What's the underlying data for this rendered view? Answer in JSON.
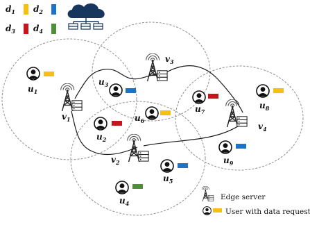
{
  "colors": {
    "d1": "#f5c016",
    "d2": "#1f73c4",
    "d3": "#c4161c",
    "d4": "#4f8f37",
    "coverage_stroke": "#8a8f96",
    "link_stroke": "#1a1a1a"
  },
  "icons": {
    "cloud": "cloud-server-icon",
    "base_station": "edge-server-icon",
    "user": "user-icon"
  },
  "data_types": [
    {
      "key": "d1",
      "letter": "d",
      "sub": "1",
      "color": "#f5c016"
    },
    {
      "key": "d2",
      "letter": "d",
      "sub": "2",
      "color": "#1f73c4"
    },
    {
      "key": "d3",
      "letter": "d",
      "sub": "3",
      "color": "#c4161c"
    },
    {
      "key": "d4",
      "letter": "d",
      "sub": "4",
      "color": "#4f8f37"
    }
  ],
  "servers": [
    {
      "id": "v1",
      "letter": "v",
      "sub": "1"
    },
    {
      "id": "v2",
      "letter": "v",
      "sub": "2"
    },
    {
      "id": "v3",
      "letter": "v",
      "sub": "3"
    },
    {
      "id": "v4",
      "letter": "v",
      "sub": "4"
    }
  ],
  "users": [
    {
      "id": "u1",
      "letter": "u",
      "sub": "1",
      "request": "d1"
    },
    {
      "id": "u2",
      "letter": "u",
      "sub": "2",
      "request": "d3"
    },
    {
      "id": "u3",
      "letter": "u",
      "sub": "3",
      "request": "d2"
    },
    {
      "id": "u4",
      "letter": "u",
      "sub": "4",
      "request": "d4"
    },
    {
      "id": "u5",
      "letter": "u",
      "sub": "5",
      "request": "d2"
    },
    {
      "id": "u6",
      "letter": "u",
      "sub": "6",
      "request": "d1"
    },
    {
      "id": "u7",
      "letter": "u",
      "sub": "7",
      "request": "d3"
    },
    {
      "id": "u8",
      "letter": "u",
      "sub": "8",
      "request": "d1"
    },
    {
      "id": "u9",
      "letter": "u",
      "sub": "9",
      "request": "d2"
    }
  ],
  "links": [
    [
      "v1",
      "v3"
    ],
    [
      "v3",
      "v4"
    ],
    [
      "v1",
      "v2"
    ],
    [
      "v2",
      "v4"
    ]
  ],
  "legend": {
    "edge_server": "Edge server",
    "user_request": "User with data request"
  }
}
